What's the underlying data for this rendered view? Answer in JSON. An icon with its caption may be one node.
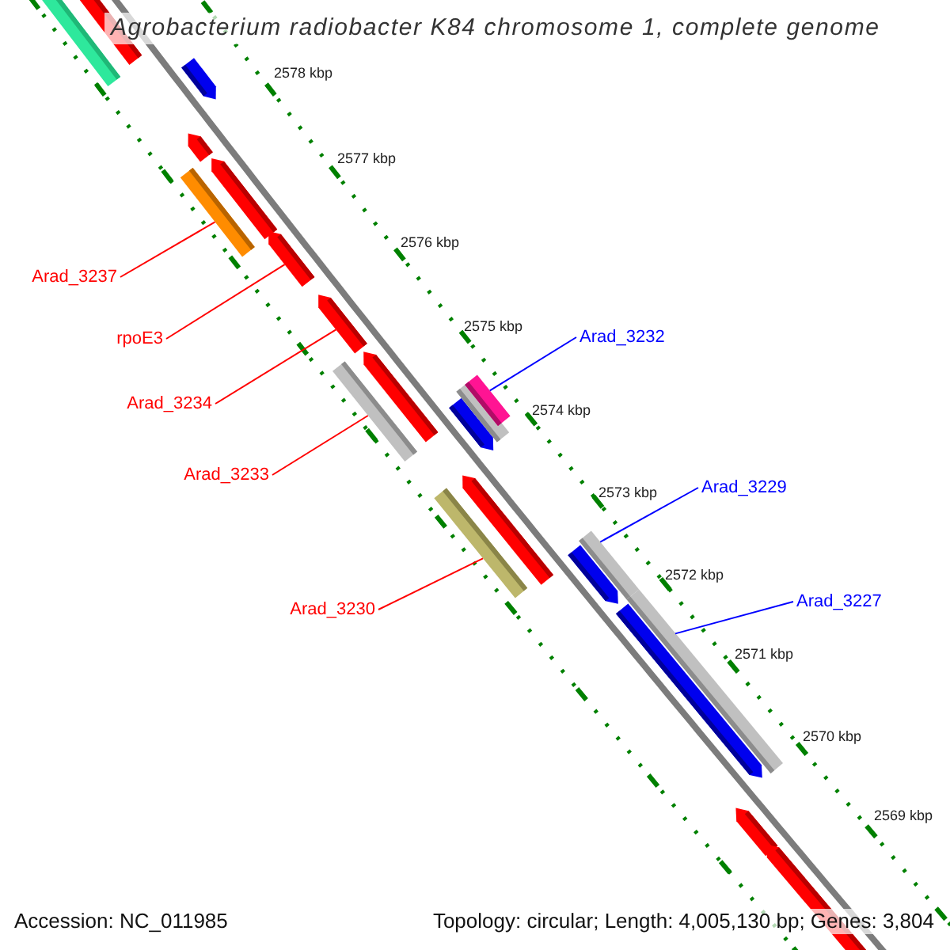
{
  "diagram": {
    "title": "Agrobacterium radiobacter K84 chromosome 1, complete genome",
    "nodes": [
      {
        "text": [
          "Arad_3237"
        ]
      },
      {
        "text": [
          "rpoE3"
        ]
      },
      {
        "text": [
          "Arad_3232"
        ]
      },
      {
        "text": [
          "Arad_3234"
        ]
      },
      {
        "text": [
          "Arad_3233"
        ]
      },
      {
        "text": [
          "Arad_3229"
        ]
      },
      {
        "text": [
          "Arad_3227"
        ]
      },
      {
        "text": [
          "Arad_3230"
        ]
      },
      {
        "text": [],
        "shape": "bar"
      },
      {
        "text": [],
        "shape": "bar"
      },
      {
        "text": [],
        "shape": "bar"
      },
      {
        "text": [],
        "shape": "bar"
      },
      {
        "text": [],
        "shape": "bar"
      },
      {
        "text": [],
        "shape": "bar"
      },
      {
        "text": [],
        "shape": "bar"
      },
      {
        "text": [],
        "shape": "bar"
      }
    ],
    "edges": [
      {
        "from": 0,
        "to": 8,
        "arrow": "none"
      },
      {
        "from": 1,
        "to": 9,
        "arrow": "none"
      },
      {
        "from": 2,
        "to": 12,
        "arrow": "none",
        "color": "#0000ff"
      },
      {
        "from": 3,
        "to": 10,
        "arrow": "none"
      },
      {
        "from": 4,
        "to": 11,
        "arrow": "none"
      },
      {
        "from": 5,
        "to": 14,
        "arrow": "none",
        "color": "#0000ff"
      },
      {
        "from": 6,
        "to": 15,
        "arrow": "none",
        "color": "#0000ff"
      },
      {
        "from": 7,
        "to": 13,
        "arrow": "none"
      }
    ],
    "labels": [
      "2578 kbp",
      "2577 kbp",
      "2576 kbp",
      "2575 kbp",
      "2574 kbp",
      "2573 kbp",
      "2572 kbp",
      "2571 kbp",
      "2570 kbp",
      "2569 kbp",
      "Accession: NC_011985",
      "Topology: circular; Length: 4,005,130 bp; Genes: 3,804"
    ]
  }
}
